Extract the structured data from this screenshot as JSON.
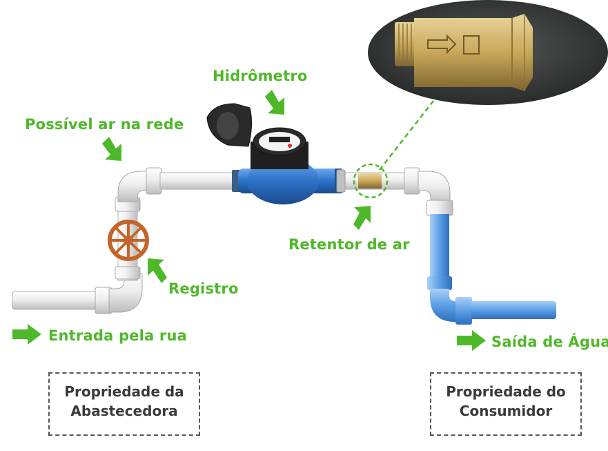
{
  "labels": {
    "hidrometro": "Hidrômetro",
    "possivel_ar": "Possível ar na rede",
    "registro": "Registro",
    "retentor": "Retentor de ar",
    "entrada": "Entrada pela rua",
    "saida": "Saída de Água"
  },
  "boxes": {
    "abastecedora_line1": "Propriedade da",
    "abastecedora_line2": "Abastecedora",
    "consumidor_line1": "Propriedade do",
    "consumidor_line2": "Consumidor"
  },
  "colors": {
    "accent_green": "#4fb82a",
    "pipe_white": "#e9e9e9",
    "pipe_blue": "#5b9ee6",
    "valve_orange": "#c4642a",
    "meter_blue": "#2e72c8",
    "brass": "#c9a85a",
    "inset_bg": "#3a3d3c"
  },
  "icons": [
    "arrow-icon",
    "valve-handle-icon",
    "water-meter-icon",
    "air-retainer-icon"
  ]
}
